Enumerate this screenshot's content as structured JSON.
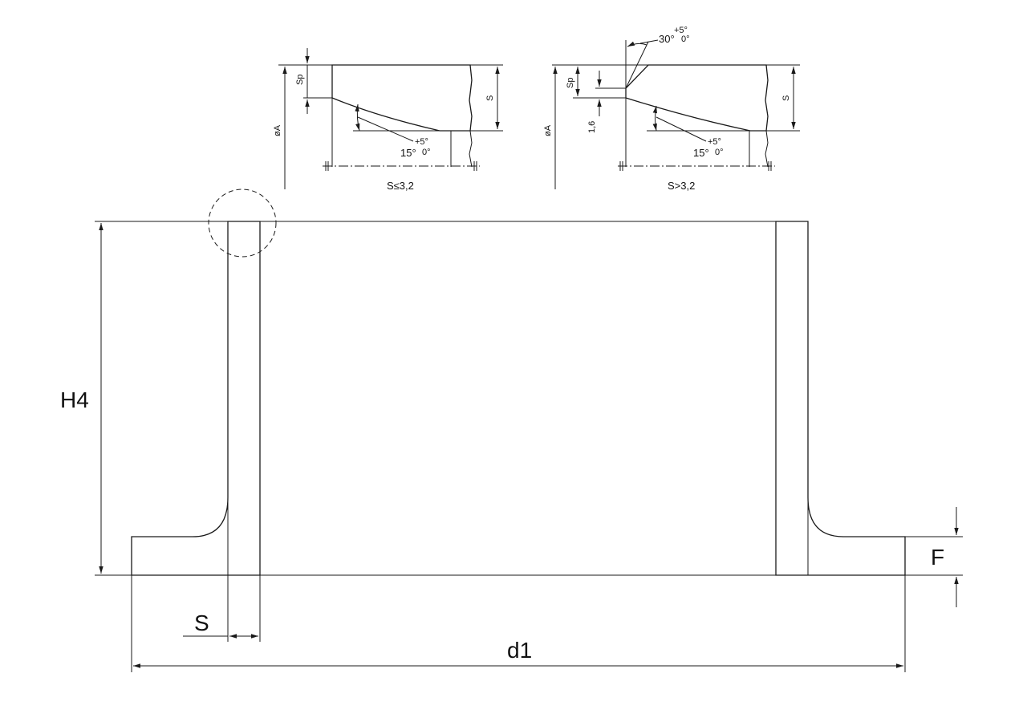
{
  "main_drawing": {
    "height_label": "H4",
    "wall_label": "S",
    "diameter_label": "d1",
    "flange_label": "F"
  },
  "detail_left": {
    "caption": "S≤3,2",
    "dia_label": "øA",
    "sp_label": "Sp",
    "s_label": "S",
    "angle_tol": "+5°",
    "angle_value": "15°",
    "angle_zero": "0°"
  },
  "detail_right": {
    "caption": "S>3,2",
    "dia_label": "øA",
    "sp_label": "Sp",
    "s_label": "S",
    "land_label": "1,6",
    "top_angle_tol": "+5°",
    "top_angle_value": "30°",
    "top_angle_zero": "0°",
    "angle_tol": "+5°",
    "angle_value": "15°",
    "angle_zero": "0°"
  }
}
